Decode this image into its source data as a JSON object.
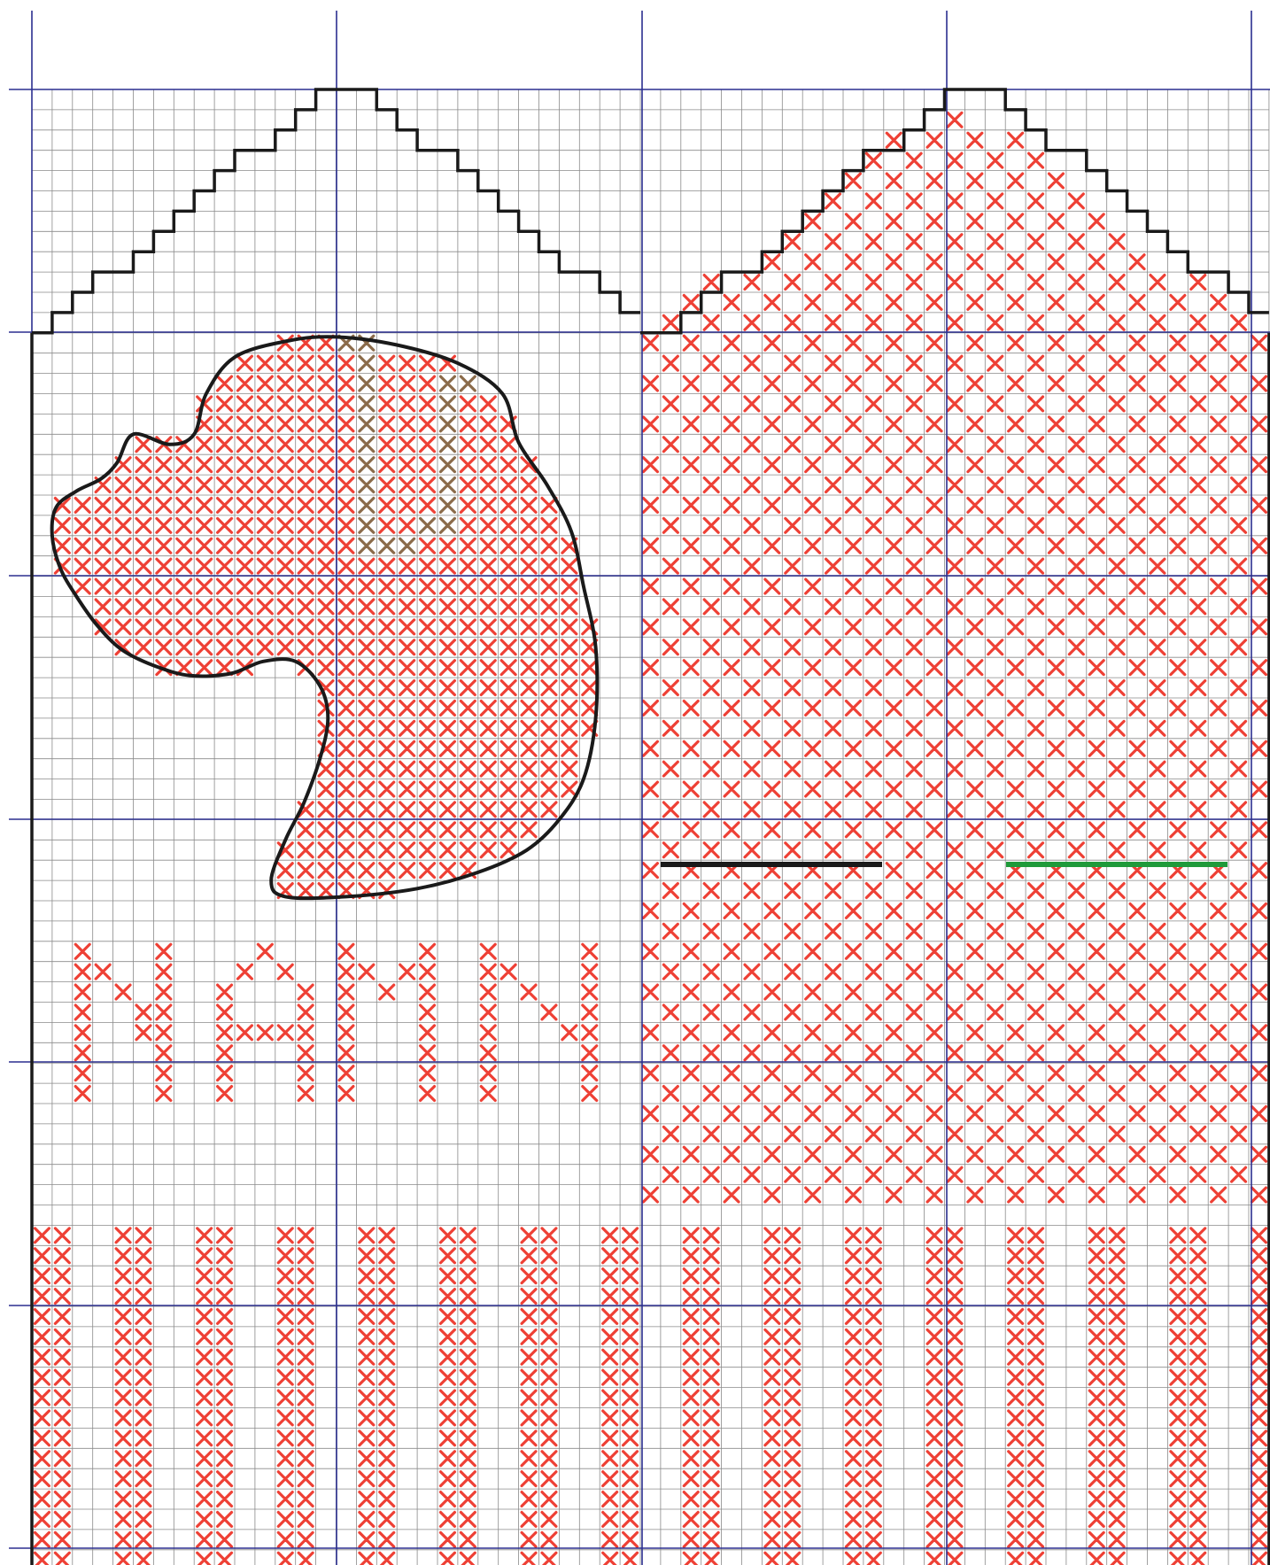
{
  "chart": {
    "type": "knitting-chart",
    "name_text": "NAMN",
    "colors": {
      "background": "#ffffff",
      "fine_grid": "#8a8a8a",
      "major_grid": "#2b2f8f",
      "outline": "#1a1a1a",
      "stitch": "#ee4035",
      "stitch_alt": "#8b6b4a",
      "marker_black": "#1a1a1a",
      "marker_green": "#1f9a3a"
    },
    "grid": {
      "columns": 61,
      "rows": 74,
      "major_every_cols": 15,
      "major_every_rows": 12
    },
    "left_panel": {
      "motif": "silhouette-head-with-hair-bun",
      "letter": "J"
    },
    "right_panel": {
      "fill": "cross-stitch-all-over",
      "markers": [
        "black-line",
        "green-line"
      ]
    },
    "cuff": {
      "pattern": "vertical-stripes"
    }
  }
}
